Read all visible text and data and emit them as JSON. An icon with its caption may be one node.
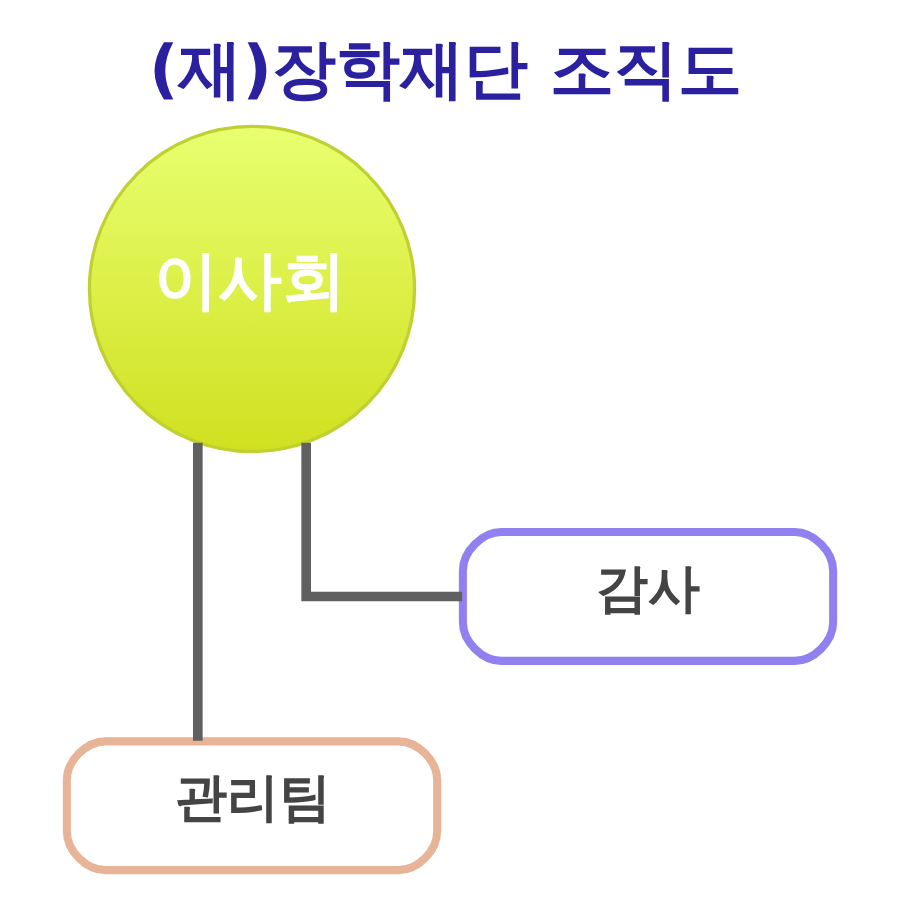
{
  "diagram": {
    "title": "(재)장학재단 조직도",
    "nodes": [
      {
        "text": [
          "이사회"
        ]
      },
      {
        "text": [
          "감사"
        ]
      },
      {
        "text": [
          "관리팀"
        ]
      }
    ],
    "edges": [
      {
        "from": 0,
        "to": 1,
        "arrow": "none"
      },
      {
        "from": 0,
        "to": 2,
        "arrow": "none"
      }
    ]
  }
}
